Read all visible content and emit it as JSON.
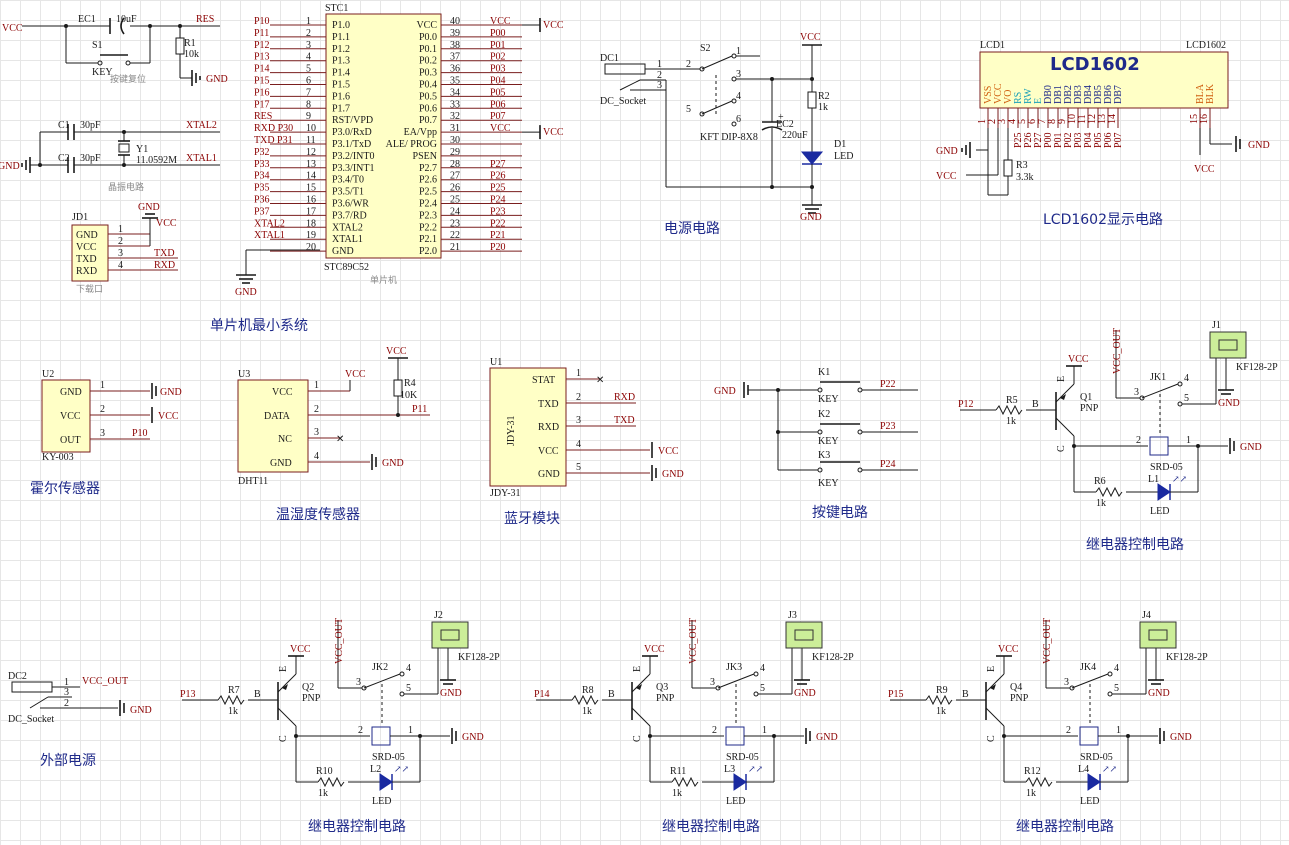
{
  "titles": {
    "mcu": "单片机最小系统",
    "power": "电源电路",
    "lcd": "LCD1602显示电路",
    "hall": "霍尔传感器",
    "dht": "温湿度传感器",
    "bt": "蓝牙模块",
    "keys": "按键电路",
    "relay1": "继电器控制电路",
    "ext_power": "外部电源",
    "relay2": "继电器控制电路",
    "relay3": "继电器控制电路",
    "relay4": "继电器控制电路"
  },
  "subtitles": {
    "reset": "按键复位",
    "crystal": "晶振电路",
    "download": "下载口",
    "mcu": "单片机"
  },
  "nets": {
    "vcc": "VCC",
    "gnd": "GND",
    "res": "RES",
    "xtal1": "XTAL1",
    "xtal2": "XTAL2",
    "txd": "TXD",
    "rxd": "RXD",
    "vcc_out": "VCC_OUT",
    "p10": "P10",
    "p11": "P11",
    "p13": "P13",
    "p14": "P14",
    "p15": "P15",
    "p12": "P12",
    "p22": "P22",
    "p23": "P23",
    "p24": "P24"
  },
  "reset": {
    "ec1": "EC1",
    "ec1_val": "10uF",
    "s1": "S1",
    "key": "KEY",
    "r1": "R1",
    "r1_val": "10k"
  },
  "crystal": {
    "c1": "C1",
    "c1_val": "30pF",
    "c2": "C2",
    "c2_val": "30pF",
    "y1": "Y1",
    "y1_val": "11.0592M"
  },
  "jd1": {
    "ref": "JD1",
    "pins": [
      "GND",
      "VCC",
      "TXD",
      "RXD"
    ],
    "nums": [
      "1",
      "2",
      "3",
      "4"
    ]
  },
  "stc": {
    "ref": "STC1",
    "part": "STC89C52",
    "left_pins": [
      "P1.0",
      "P1.1",
      "P1.2",
      "P1.3",
      "P1.4",
      "P1.5",
      "P1.6",
      "P1.7",
      "RST/VPD",
      "P3.0/RxD",
      "P3.1/TxD",
      "P3.2/INT0",
      "P3.3/INT1",
      "P3.4/T0",
      "P3.5/T1",
      "P3.6/WR",
      "P3.7/RD",
      "XTAL2",
      "XTAL1",
      "GND"
    ],
    "left_nums": [
      "1",
      "2",
      "3",
      "4",
      "5",
      "6",
      "7",
      "8",
      "9",
      "10",
      "11",
      "12",
      "13",
      "14",
      "15",
      "16",
      "17",
      "18",
      "19",
      "20"
    ],
    "left_nets": [
      "P10",
      "P11",
      "P12",
      "P13",
      "P14",
      "P15",
      "P16",
      "P17",
      "RES",
      "RXD P30",
      "TXD P31",
      "P32",
      "P33",
      "P34",
      "P35",
      "P36",
      "P37",
      "XTAL2",
      "XTAL1",
      ""
    ],
    "right_pins": [
      "VCC",
      "P0.0",
      "P0.1",
      "P0.2",
      "P0.3",
      "P0.4",
      "P0.5",
      "P0.6",
      "P0.7",
      "EA/Vpp",
      "ALE/ PROG",
      "PSEN",
      "P2.7",
      "P2.6",
      "P2.5",
      "P2.4",
      "P2.3",
      "P2.2",
      "P2.1",
      "P2.0"
    ],
    "right_nums": [
      "40",
      "39",
      "38",
      "37",
      "36",
      "35",
      "34",
      "33",
      "32",
      "31",
      "30",
      "29",
      "28",
      "27",
      "26",
      "25",
      "24",
      "23",
      "22",
      "21"
    ],
    "right_nets": [
      "VCC",
      "P00",
      "P01",
      "P02",
      "P03",
      "P04",
      "P05",
      "P06",
      "P07",
      "VCC",
      "",
      "",
      "P27",
      "P26",
      "P25",
      "P24",
      "P23",
      "P22",
      "P21",
      "P20"
    ]
  },
  "power": {
    "dc1": "DC1",
    "dc_socket": "DC_Socket",
    "s2": "S2",
    "switch": "KFT DIP-8X8",
    "ec2": "EC2",
    "ec2_val": "220uF",
    "r2": "R2",
    "r2_val": "1k",
    "d1": "D1",
    "led": "LED",
    "sw_pins": [
      "1",
      "2",
      "3",
      "4",
      "5",
      "6"
    ],
    "dc_pins": [
      "1",
      "2",
      "3"
    ]
  },
  "lcd": {
    "ref": "LCD1",
    "part": "LCD1602",
    "name": "LCD1602",
    "pins": [
      "VSS",
      "VCC",
      "VO",
      "RS",
      "RW",
      "E",
      "DB0",
      "DB1",
      "DB2",
      "DB3",
      "DB4",
      "DB5",
      "DB6",
      "DB7",
      "BLA",
      "BLK"
    ],
    "nums": [
      "1",
      "2",
      "3",
      "4",
      "5",
      "6",
      "7",
      "8",
      "9",
      "10",
      "11",
      "12",
      "13",
      "14",
      "15",
      "16"
    ],
    "nets": [
      "",
      "",
      "",
      "P25",
      "P26",
      "P27",
      "P00",
      "P01",
      "P02",
      "P03",
      "P04",
      "P05",
      "P06",
      "P07",
      "",
      ""
    ],
    "r3": "R3",
    "r3_val": "3.3k"
  },
  "hall": {
    "ref": "U2",
    "part": "KY-003",
    "pins": [
      "GND",
      "VCC",
      "OUT"
    ],
    "nums": [
      "1",
      "2",
      "3"
    ]
  },
  "dht": {
    "ref": "U3",
    "part": "DHT11",
    "pins": [
      "VCC",
      "DATA",
      "NC",
      "GND"
    ],
    "nums": [
      "1",
      "2",
      "3",
      "4"
    ],
    "r4": "R4",
    "r4_val": "10K"
  },
  "bt": {
    "ref": "U1",
    "part": "JDY-31",
    "body": "JDY-31",
    "pins": [
      "STAT",
      "TXD",
      "RXD",
      "VCC",
      "GND"
    ],
    "nums": [
      "1",
      "2",
      "3",
      "4",
      "5"
    ]
  },
  "keys": {
    "refs": [
      "K1",
      "K2",
      "K3"
    ],
    "key": "KEY"
  },
  "relay_common": {
    "pnp": "PNP",
    "relay": "SRD-05",
    "connector": "KF128-2P",
    "led": "LED",
    "b": "B",
    "e": "E",
    "c": "C",
    "res_val": "1k",
    "pins": [
      "1",
      "2",
      "3",
      "4",
      "5"
    ]
  },
  "relays": [
    {
      "q": "Q1",
      "r_base": "R5",
      "r_led": "R6",
      "jk": "JK1",
      "led": "L1",
      "j": "J1",
      "input": "P12"
    },
    {
      "q": "Q2",
      "r_base": "R7",
      "r_led": "R10",
      "jk": "JK2",
      "led": "L2",
      "j": "J2",
      "input": "P13"
    },
    {
      "q": "Q3",
      "r_base": "R8",
      "r_led": "R11",
      "jk": "JK3",
      "led": "L3",
      "j": "J3",
      "input": "P14"
    },
    {
      "q": "Q4",
      "r_base": "R9",
      "r_led": "R12",
      "jk": "JK4",
      "led": "L4",
      "j": "J4",
      "input": "P15"
    }
  ],
  "ext_power": {
    "ref": "DC2",
    "socket": "DC_Socket",
    "pins": [
      "1",
      "3",
      "2"
    ]
  }
}
